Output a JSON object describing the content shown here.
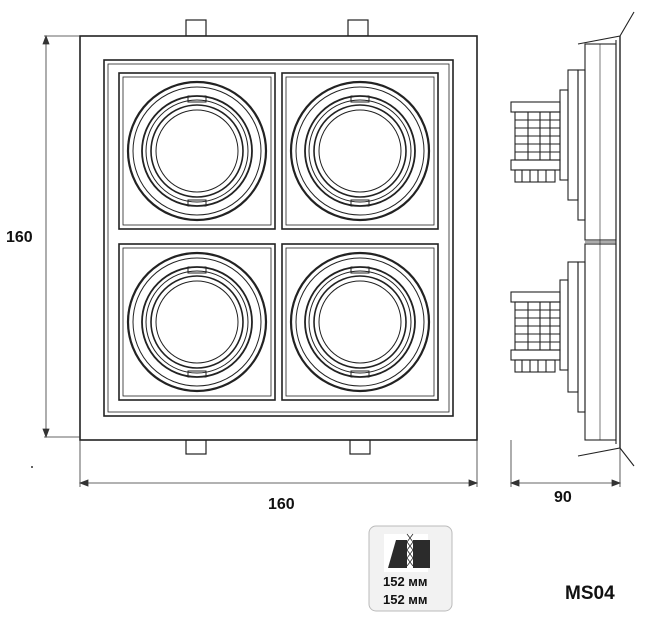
{
  "dimensions": {
    "height": "160",
    "width": "160",
    "depth": "90"
  },
  "cutout": {
    "icon": "cutout-saw-icon",
    "line1": "152 мм",
    "line2": "152 мм"
  },
  "model": "MS04"
}
